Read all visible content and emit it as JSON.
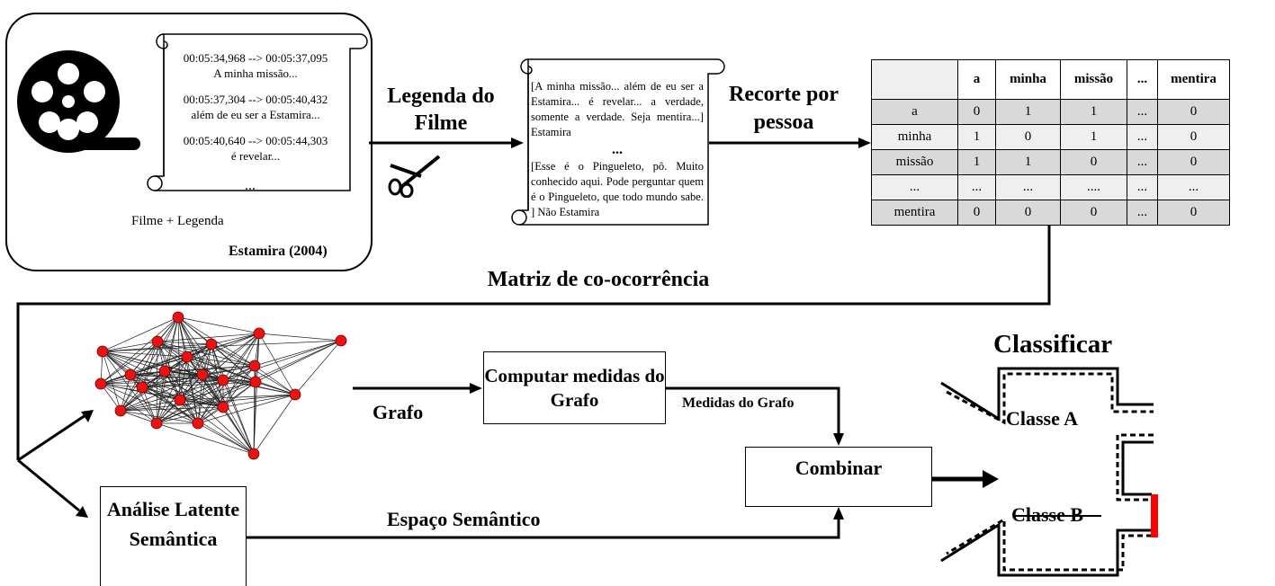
{
  "film": {
    "subtitles": [
      {
        "time": "00:05:34,968 --> 00:05:37,095",
        "text": "A minha missão..."
      },
      {
        "time": "00:05:37,304 --> 00:05:40,432",
        "text": "além de eu ser a Estamira..."
      },
      {
        "time": "00:05:40,640 --> 00:05:44,303",
        "text": "é revelar..."
      }
    ],
    "ellipsis": "...",
    "caption": "Filme + Legenda",
    "title": "Estamira (2004)"
  },
  "step_legenda": {
    "label": "Legenda do Filme"
  },
  "transcript": {
    "para1": "[A minha missão... além de eu ser a Estamira... é revelar... a verdade, somente a verdade. Seja mentira...] Estamira",
    "ellipsis": "...",
    "para2": "[Esse é o Pingueleto, pô. Muito conhecido aqui. Pode perguntar quem é o Pingueleto, que todo mundo sabe. ] Não Estamira"
  },
  "step_recorte": {
    "label": "Recorte por pessoa"
  },
  "matrix": {
    "headers": [
      "",
      "a",
      "minha",
      "missão",
      "...",
      "mentira"
    ],
    "rows": [
      [
        "a",
        "0",
        "1",
        "1",
        "...",
        "0"
      ],
      [
        "minha",
        "1",
        "0",
        "1",
        "...",
        "0"
      ],
      [
        "missão",
        "1",
        "1",
        "0",
        "...",
        "0"
      ],
      [
        "...",
        "...",
        "...",
        "....",
        "...",
        "..."
      ],
      [
        "mentira",
        "0",
        "0",
        "0",
        "...",
        "0"
      ]
    ]
  },
  "matrix_label": "Matriz de co-ocorrência",
  "edge_grafo": "Grafo",
  "box_computar": "Computar medidas do Grafo",
  "edge_medidas": "Medidas do Grafo",
  "box_combinar": "Combinar",
  "box_lsa": "Análise Latente Semântica",
  "edge_espaco": "Espaço Semântico",
  "classify": {
    "title": "Classificar",
    "class_a": "Classe A",
    "class_b": "Classe B",
    "accent": "#ff0000"
  },
  "graph_node_color": "#ee1111"
}
